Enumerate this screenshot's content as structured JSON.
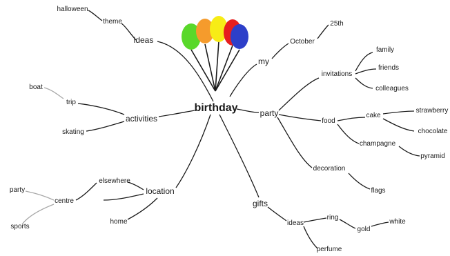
{
  "central": "birthday",
  "branches": {
    "ideas": {
      "label": "ideas",
      "theme": "theme",
      "halloween": "halloween"
    },
    "my": {
      "label": "my",
      "october": "October",
      "day": "25th"
    },
    "party": {
      "label": "party",
      "invitations": "invitations",
      "family": "family",
      "friends": "friends",
      "colleagues": "colleagues",
      "food": "food",
      "cake": "cake",
      "strawberry": "strawberry",
      "chocolate": "chocolate",
      "champagne": "champagne",
      "pyramid": "pyramid",
      "decoration": "decoration",
      "flags": "flags"
    },
    "activities": {
      "label": "activities",
      "trip": "trip",
      "boat": "boat",
      "skating": "skating"
    },
    "location": {
      "label": "location",
      "elsewhere": "elsewhere",
      "centre": "centre",
      "party": "party",
      "sports": "sports",
      "home": "home"
    },
    "gifts": {
      "label": "gifts",
      "ideas": "ideas",
      "ring": "ring",
      "gold": "gold",
      "white": "white",
      "perfume": "perfume"
    }
  },
  "colors": {
    "line": "#1a1a1a",
    "line_light": "#a8a8a8",
    "balloons": [
      "#59d82a",
      "#f59b2c",
      "#f7ec16",
      "#e61e1e",
      "#2d3fc9"
    ]
  }
}
